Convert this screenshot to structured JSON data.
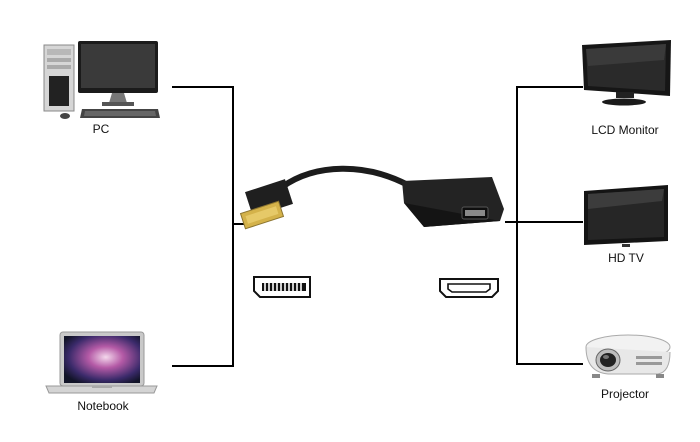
{
  "devices": {
    "pc": {
      "label": "PC",
      "icon": "desktop-pc-icon"
    },
    "notebook": {
      "label": "Notebook",
      "icon": "laptop-icon"
    },
    "lcd_monitor": {
      "label": "LCD Monitor",
      "icon": "lcd-monitor-icon"
    },
    "hd_tv": {
      "label": "HD TV",
      "icon": "tv-icon"
    },
    "projector": {
      "label": "Projector",
      "icon": "projector-icon"
    }
  },
  "adapter": {
    "icon": "displayport-to-hdmi-adapter-icon"
  },
  "ports": {
    "displayport": {
      "icon": "displayport-symbol-icon"
    },
    "hdmi": {
      "icon": "hdmi-symbol-icon"
    }
  },
  "colors": {
    "line": "#000000",
    "cable": "#1c1c1c",
    "connector_gold": "#d4b24a"
  }
}
